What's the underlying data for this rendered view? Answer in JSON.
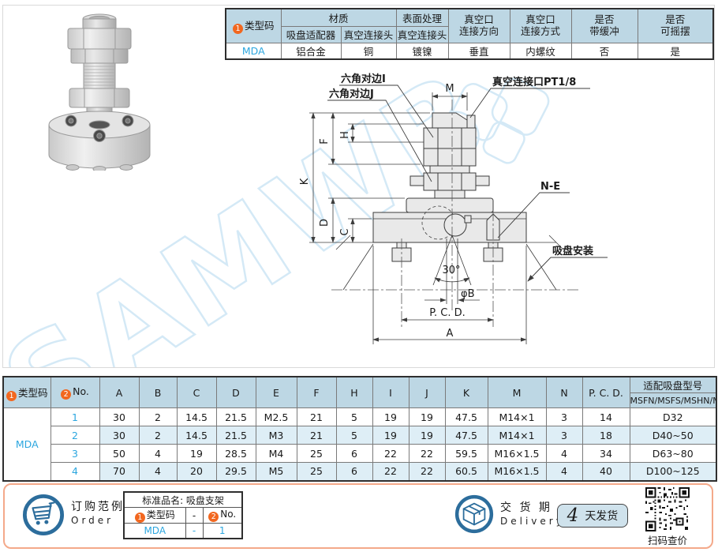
{
  "colors": {
    "header_blue": "#BDD7E4",
    "row_tint": "#DEEEF6",
    "link_blue": "#2BA6DF",
    "marker_orange": "#F2671F",
    "footer_border": "#F4A98A",
    "icon_blue": "#2C6D9C"
  },
  "spec_table": {
    "type_code_marker": "1",
    "type_code_label": "类型码",
    "material_header": "材质",
    "material_sub1": "吸盘适配器",
    "material_sub2": "真空连接头",
    "surface_header": "表面处理",
    "surface_sub": "真空连接头",
    "col_direction": "真空口\n连接方向",
    "col_method": "真空口\n连接方式",
    "col_buffer": "是否\n带缓冲",
    "col_swing": "是否\n可摇摆",
    "row": {
      "type_code": "MDA",
      "adapter_material": "铝合金",
      "connector_material": "铜",
      "surface_treatment": "镀镍",
      "direction": "垂直",
      "method": "内螺纹",
      "buffer": "否",
      "swing": "是"
    }
  },
  "drawing": {
    "watermark": "SAMWB",
    "labels": {
      "hex_i": "六角对边I",
      "hex_j": "六角对边J",
      "dim_m": "M",
      "vacuum_port": "真空连接口PT1/8",
      "dim_f": "F",
      "dim_h": "H",
      "dim_k": "K",
      "dim_d": "D",
      "dim_c": "C",
      "n_e": "N-E",
      "mount": "吸盘安装",
      "angle": "30°",
      "dia_b": "φB",
      "pcd": "P. C. D.",
      "dim_a": "A"
    }
  },
  "parts_table": {
    "type_code_marker": "1",
    "type_code_label": "类型码",
    "no_marker": "2",
    "no_label": "No.",
    "dim_headers": [
      "A",
      "B",
      "C",
      "D",
      "E",
      "F",
      "H",
      "I",
      "J",
      "K",
      "M",
      "N",
      "P. C. D."
    ],
    "fit_header": "适配吸盘型号",
    "fit_subheader": "MSFN/MSFS/MSHN/MSHS",
    "type_code": "MDA",
    "rows": [
      {
        "no": "1",
        "values": [
          "30",
          "2",
          "14.5",
          "21.5",
          "M2.5",
          "21",
          "5",
          "19",
          "19",
          "47.5",
          "M14×1",
          "3",
          "14",
          "D32"
        ]
      },
      {
        "no": "2",
        "values": [
          "30",
          "2",
          "14.5",
          "21.5",
          "M3",
          "21",
          "5",
          "19",
          "19",
          "47.5",
          "M14×1",
          "3",
          "18",
          "D40~50"
        ]
      },
      {
        "no": "3",
        "values": [
          "50",
          "4",
          "19",
          "28.5",
          "M4",
          "25",
          "6",
          "22",
          "22",
          "59.5",
          "M16×1.5",
          "4",
          "34",
          "D63~80"
        ]
      },
      {
        "no": "4",
        "values": [
          "70",
          "4",
          "20",
          "29.5",
          "M5",
          "25",
          "6",
          "22",
          "22",
          "60.5",
          "M16×1.5",
          "4",
          "40",
          "D100~125"
        ]
      }
    ]
  },
  "footer": {
    "order_title_cn": "订购范例",
    "order_title_en": "Order",
    "order_table": {
      "product_name": "标准品名: 吸盘支架",
      "col1_marker": "1",
      "col1_label": "类型码",
      "dash_header": "-",
      "col2_marker": "2",
      "col2_label": "No.",
      "value1": "MDA",
      "dash_value": "-",
      "value2": "1"
    },
    "delivery_title_cn": "交 货 期",
    "delivery_title_en": "Delivery",
    "delivery_days": "4",
    "delivery_unit": "天发货",
    "qr_caption": "扫码查价"
  }
}
